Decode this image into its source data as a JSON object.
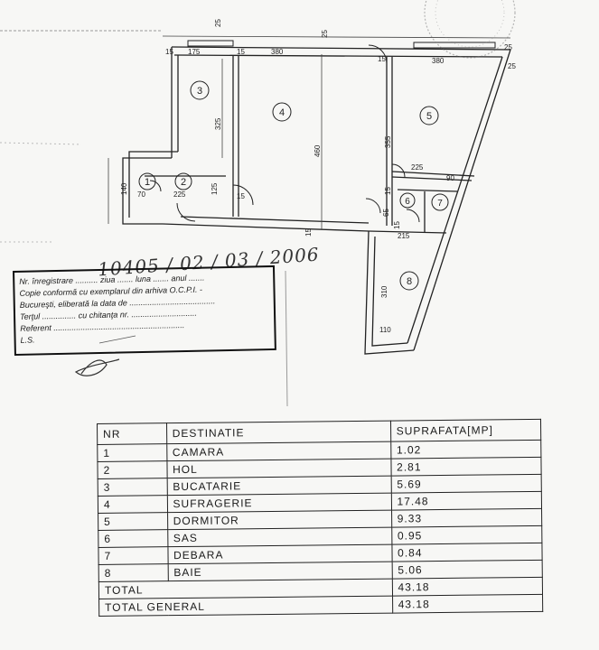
{
  "plan": {
    "dimensions": [
      "25",
      "15",
      "175",
      "15",
      "380",
      "25",
      "15",
      "380",
      "25",
      "325",
      "460",
      "355",
      "225",
      "140",
      "70",
      "225",
      "125",
      "15",
      "15",
      "65",
      "15",
      "215",
      "310",
      "110",
      "15",
      "90",
      "25"
    ],
    "rooms": [
      "1",
      "2",
      "3",
      "4",
      "5",
      "6",
      "7",
      "8"
    ]
  },
  "stamp": {
    "number": "10405 / 02 / 03 / 2006",
    "lines": [
      "Nr. înregistrare .......... ziua ....... luna ....... anul .......",
      "Copie conformă cu exemplarul din arhiva O.C.P.I. -",
      "Bucureşti, eliberată la data de ......................................",
      "Terţul ............... cu chitanţa nr. .............................",
      "Referent ..........................................................",
      "L.S."
    ]
  },
  "table": {
    "headers": {
      "nr": "NR",
      "destinatie": "DESTINATIE",
      "suprafata": "SUPRAFATA[MP]"
    },
    "rows": [
      {
        "nr": "1",
        "destinatie": "CAMARA",
        "suprafata": "1.02"
      },
      {
        "nr": "2",
        "destinatie": "HOL",
        "suprafata": "2.81"
      },
      {
        "nr": "3",
        "destinatie": "BUCATARIE",
        "suprafata": "5.69"
      },
      {
        "nr": "4",
        "destinatie": "SUFRAGERIE",
        "suprafata": "17.48"
      },
      {
        "nr": "5",
        "destinatie": "DORMITOR",
        "suprafata": "9.33"
      },
      {
        "nr": "6",
        "destinatie": "SAS",
        "suprafata": "0.95"
      },
      {
        "nr": "7",
        "destinatie": "DEBARA",
        "suprafata": "0.84"
      },
      {
        "nr": "8",
        "destinatie": "BAIE",
        "suprafata": "5.06"
      }
    ],
    "total": {
      "label": "TOTAL",
      "value": "43.18"
    },
    "total_general": {
      "label": "TOTAL GENERAL",
      "value": "43.18"
    }
  }
}
